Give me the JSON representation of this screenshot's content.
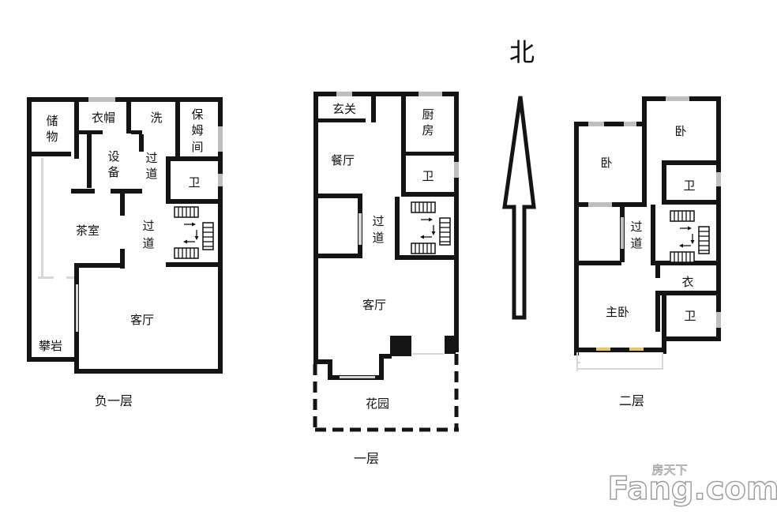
{
  "north": {
    "label": "北"
  },
  "captions": {
    "basement": "负一层",
    "first": "一层",
    "second": "二层"
  },
  "basement": {
    "storage": [
      "储",
      "物"
    ],
    "cloak": "衣帽",
    "wash": "洗",
    "nanny": [
      "保",
      "姆",
      "间"
    ],
    "equipment": [
      "设",
      "备"
    ],
    "corridor_upper": [
      "过",
      "道"
    ],
    "bath": "卫",
    "tea_room": "茶室",
    "corridor_lower": [
      "过",
      "道"
    ],
    "living": "客厅",
    "climbing": "攀岩"
  },
  "first_floor": {
    "foyer": "玄关",
    "kitchen": [
      "厨",
      "房"
    ],
    "dining": "餐厅",
    "bath": "卫",
    "corridor": [
      "过",
      "道"
    ],
    "living": "客厅",
    "garden": "花园"
  },
  "second_floor": {
    "bedroom_ne": "卧",
    "bedroom_w": "卧",
    "bath_upper": "卫",
    "corridor": [
      "过",
      "道"
    ],
    "closet": "衣",
    "master": "主卧",
    "bath_lower": "卫"
  },
  "watermark": {
    "brand_cn": "房天下",
    "brand": "Fang.com"
  },
  "colors": {
    "wall": "#141414",
    "window": "#d7d7d7",
    "background": "#ffffff"
  }
}
